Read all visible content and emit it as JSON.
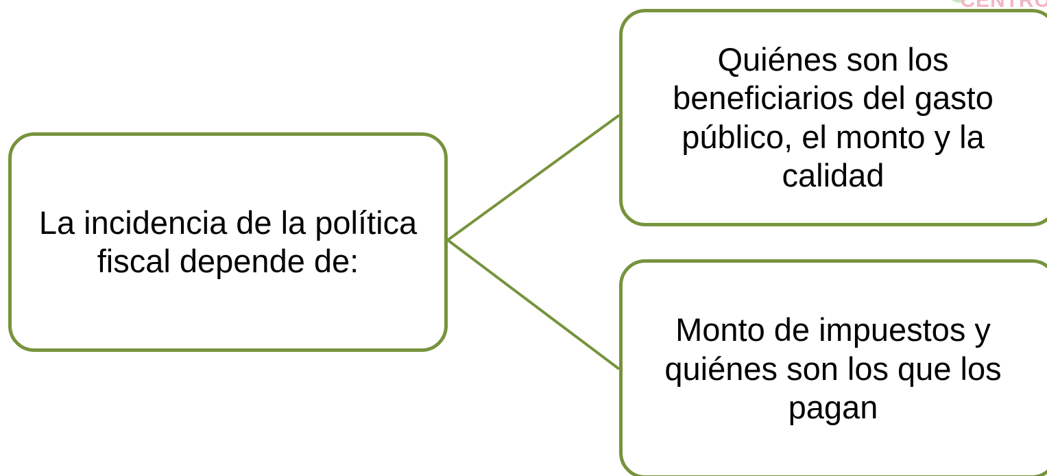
{
  "diagram": {
    "root": {
      "text": "La incidencia de la política fiscal depende de:"
    },
    "branches": [
      {
        "text": "Quiénes son los beneficiarios del gasto público, el monto y la calidad"
      },
      {
        "text": "Monto de impuestos y quiénes son los que los pagan"
      }
    ]
  },
  "logo": {
    "text": "CENTRO"
  },
  "colors": {
    "node_border": "#77933c",
    "connector": "#77933c",
    "background": "#ffffff",
    "text": "#000000",
    "logo_text": "#f3b6c2"
  }
}
